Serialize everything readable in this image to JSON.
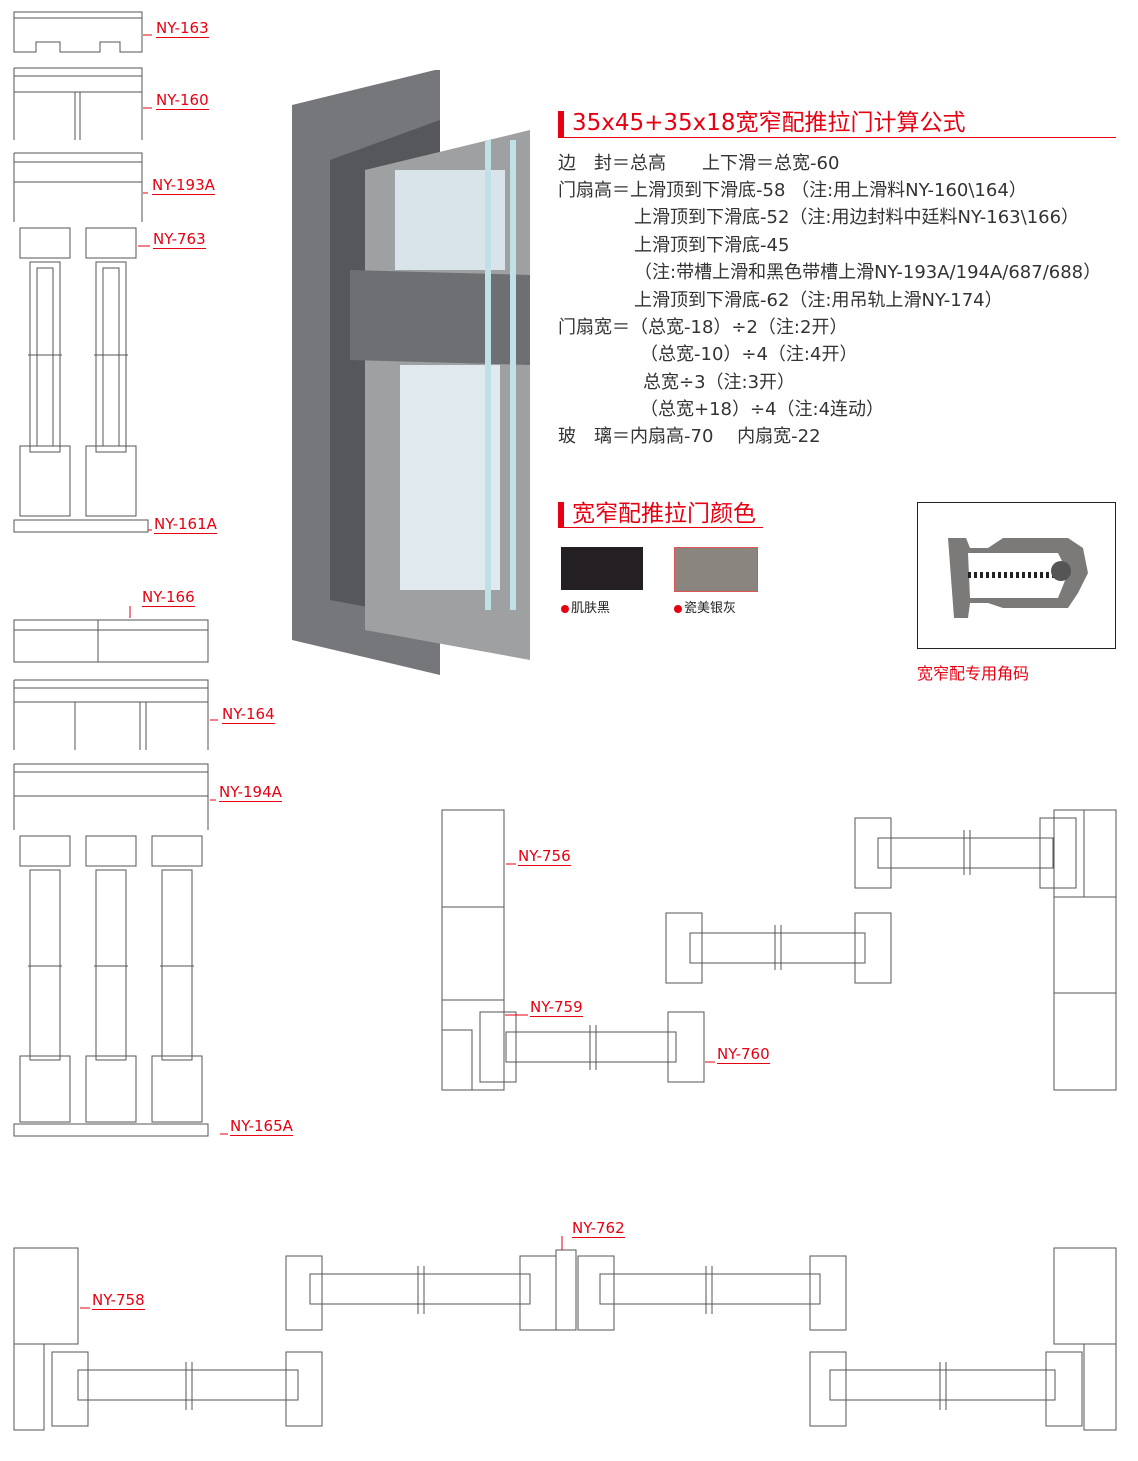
{
  "formula": {
    "title": "35x45+35x18宽窄配推拉门计算公式",
    "lines": [
      "边　封＝总高　　上下滑＝总宽-60",
      "门扇高＝上滑顶到下滑底-58 （注:用上滑料NY-160\\164）",
      "上滑顶到下滑底-52（注:用边封料中廷料NY-163\\166）",
      "上滑顶到下滑底-45",
      "（注:带槽上滑和黑色带槽上滑NY-193A/194A/687/688）",
      "上滑顶到下滑底-62（注:用吊轨上滑NY-174）",
      "门扇宽＝（总宽-18）÷2（注:2开）",
      "（总宽-10）÷4（注:4开）",
      "总宽÷3（注:3开）",
      "（总宽+18）÷4（注:4连动）",
      "玻　璃＝内扇高-70　 内扇宽-22"
    ]
  },
  "colors_section": {
    "title": "宽窄配推拉门颜色",
    "swatches": [
      {
        "name": "肌肤黑",
        "color": "#231f22"
      },
      {
        "name": "瓷美银灰",
        "color": "#8a857e"
      }
    ]
  },
  "accessory": {
    "caption": "宽窄配专用角码"
  },
  "labels": {
    "ny163": "NY-163",
    "ny160": "NY-160",
    "ny193a": "NY-193A",
    "ny763": "NY-763",
    "ny161a": "NY-161A",
    "ny166": "NY-166",
    "ny164": "NY-164",
    "ny194a": "NY-194A",
    "ny165a": "NY-165A",
    "ny756": "NY-756",
    "ny759": "NY-759",
    "ny760": "NY-760",
    "ny762": "NY-762",
    "ny758": "NY-758"
  }
}
